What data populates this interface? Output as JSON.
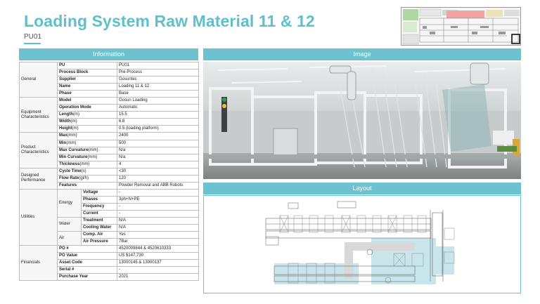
{
  "header": {
    "title": "Loading System Raw Material 11 & 12",
    "subtitle": "PU01"
  },
  "sections": {
    "information": "Information",
    "image": "Image",
    "layout": "Layout"
  },
  "general": {
    "label": "General",
    "rows": [
      {
        "key": "PU",
        "value": "PU01"
      },
      {
        "key": "Process Block",
        "value": "Pre-Process"
      },
      {
        "key": "Supplier",
        "value": "Gosuntec"
      },
      {
        "key": "Name",
        "value": "Loading 11 & 12"
      },
      {
        "key": "Phase",
        "value": "Base"
      }
    ]
  },
  "equipment": {
    "label": "Equipment Characteristics",
    "rows": [
      {
        "key": "Model",
        "unit": "",
        "value": "Gosun Loading"
      },
      {
        "key": "Operation Mode",
        "unit": "",
        "value": "Automatic"
      },
      {
        "key": "Length",
        "unit": "(m)",
        "value": "15.5"
      },
      {
        "key": "Width",
        "unit": "(m)",
        "value": "6.8"
      },
      {
        "key": "Height",
        "unit": "(m)",
        "value": "0.5 (loading platform)"
      }
    ]
  },
  "product": {
    "label": "Product Characteristics",
    "rows": [
      {
        "key": "Max",
        "unit": "(mm)",
        "value": "2400"
      },
      {
        "key": "Min",
        "unit": "(mm)",
        "value": "500"
      },
      {
        "key": "Max Curvature",
        "unit": "(mm)",
        "value": "N/a"
      },
      {
        "key": "Min Curvature",
        "unit": "(mm)",
        "value": "N/a"
      },
      {
        "key": "Thickness",
        "unit": "(mm)",
        "value": "4"
      }
    ]
  },
  "performance": {
    "label": "Designed Performance",
    "rows": [
      {
        "key": "Cycle Time",
        "unit": "(s)",
        "value": "<30"
      },
      {
        "key": "Flow Rate",
        "unit": "(gl/h)",
        "value": "120"
      },
      {
        "key": "Features",
        "unit": "",
        "value": "Powder Removal and ABB Robots"
      }
    ]
  },
  "utilities": {
    "label": "Utilities",
    "energy_label": "Energy",
    "water_label": "Water",
    "air_label": "Air",
    "energy": [
      {
        "key": "Voltage",
        "value": "-"
      },
      {
        "key": "Phases",
        "value": "3ph+N+PE"
      },
      {
        "key": "Frequency",
        "value": "-"
      },
      {
        "key": "Current",
        "value": "-"
      }
    ],
    "water": [
      {
        "key": "Treatment",
        "value": "N/A"
      },
      {
        "key": "Cooling Water",
        "value": "N/A"
      }
    ],
    "air": [
      {
        "key": "Comp. Air",
        "value": "Yes"
      },
      {
        "key": "Air Pressure",
        "value": "7Bar"
      }
    ]
  },
  "financials": {
    "label": "Financials",
    "rows": [
      {
        "key": "PO #",
        "value": "4520009844 & 4520610333"
      },
      {
        "key": "PO Value",
        "value": "US $147,730"
      },
      {
        "key": "Asset Code",
        "value": "13000145 & 13000137"
      },
      {
        "key": "Serial #",
        "value": "-"
      },
      {
        "key": "Purchase Year",
        "value": "2021"
      }
    ]
  },
  "colors": {
    "accent": "#5fbfcc",
    "header_bar": "#6cc3cf",
    "layout_highlight": "#a9d8e0"
  }
}
